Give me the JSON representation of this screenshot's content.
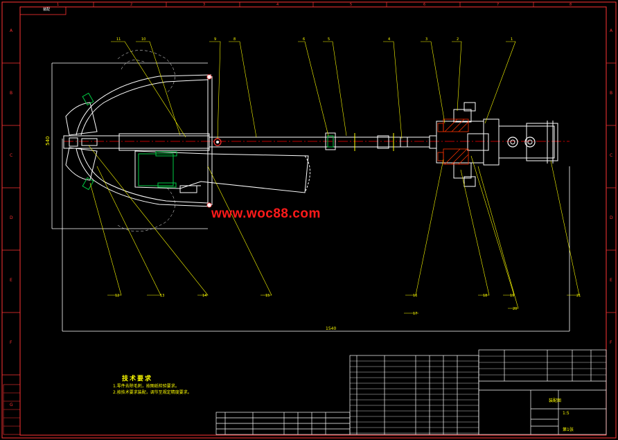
{
  "watermark": "www.woc88.com",
  "technical_requirements": {
    "title": "技术要求",
    "lines": [
      "1.零件去除毛刺，按图纸检验要求。",
      "2.按技术要求装配，调节至规定精度要求。"
    ]
  },
  "corner_tag": "装配",
  "grid_rows": [
    "A",
    "B",
    "C",
    "D",
    "E",
    "F",
    "G"
  ],
  "grid_cols": [
    "1",
    "2",
    "3",
    "4",
    "5",
    "6",
    "7",
    "8"
  ],
  "dimension_labels": {
    "height": "540",
    "width": "1540"
  },
  "callouts_top": [
    "11",
    "10",
    "9",
    "8",
    "6",
    "5",
    "4",
    "3",
    "2",
    "1"
  ],
  "callouts_bottom": [
    "12",
    "13",
    "14",
    "15",
    "16",
    "17",
    "18",
    "19",
    "20",
    "21"
  ],
  "title_block": {
    "drawing_name": "装配图",
    "scale": "1:5",
    "sheet": "第1张"
  },
  "colors": {
    "background": "#000000",
    "border": "#ff3333",
    "outline": "#ffffff",
    "leader": "#ffff00",
    "hatch": "#ff3300",
    "hatch_green": "#00cc44",
    "center": "#ff0000",
    "table": "#ffffff",
    "table_text": "#ffff00"
  }
}
